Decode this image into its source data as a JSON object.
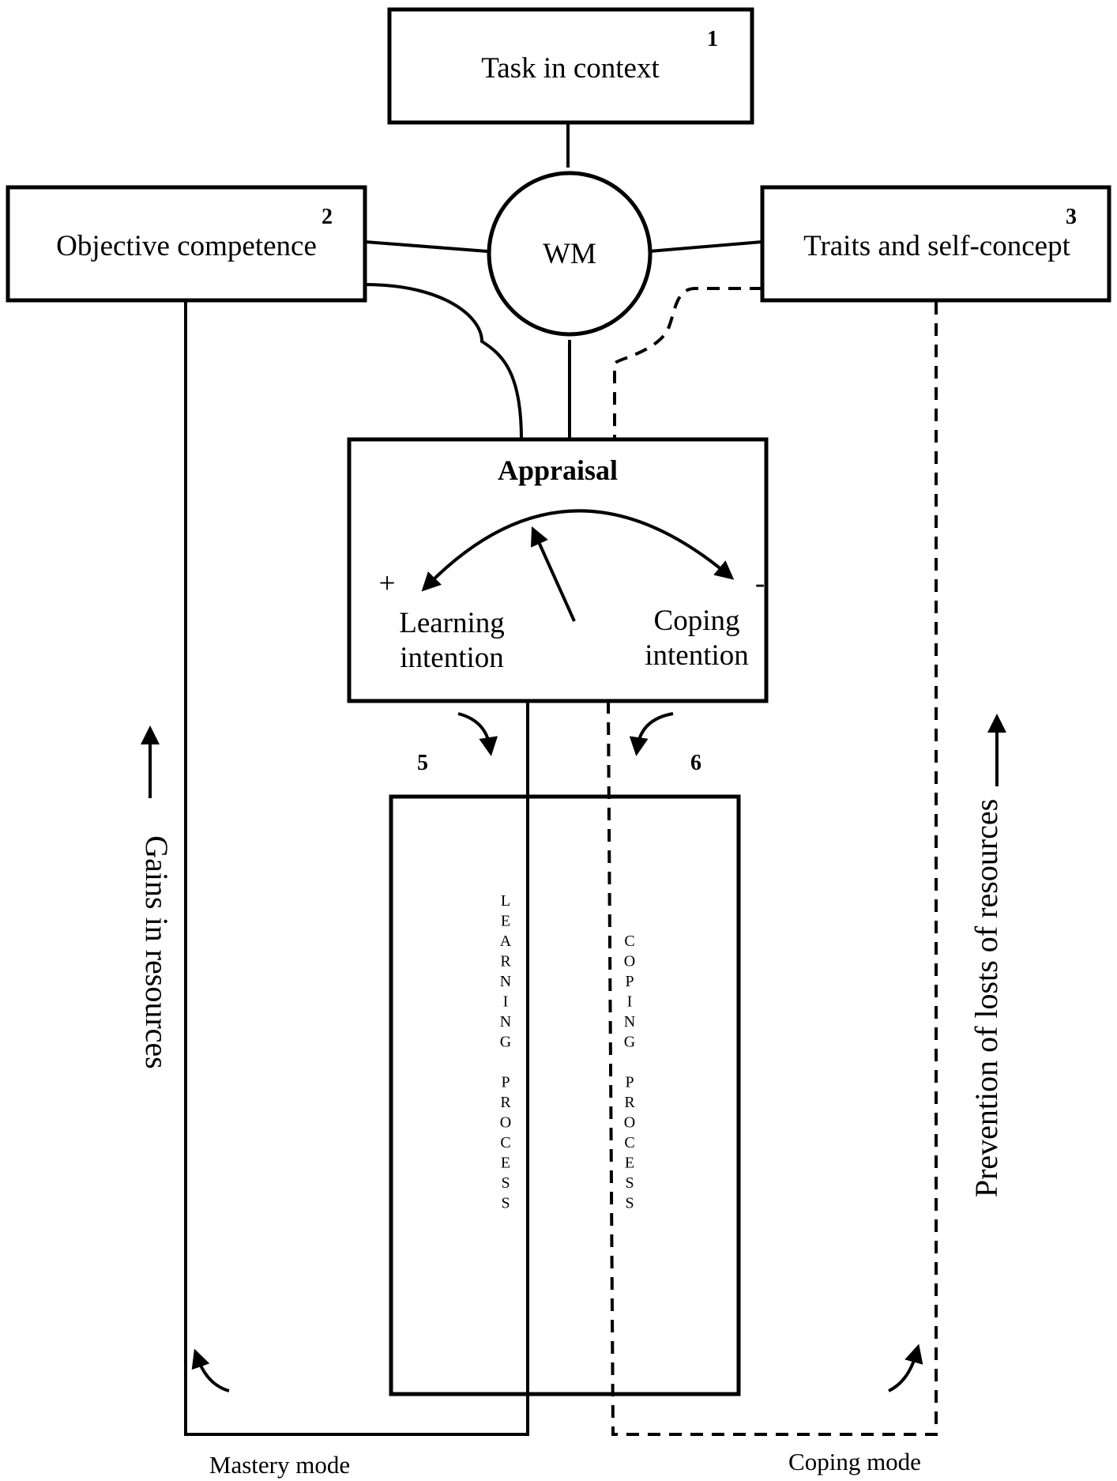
{
  "boxes": {
    "task": {
      "label": "Task in context",
      "number": "1"
    },
    "objective": {
      "label": "Objective competence",
      "number": "2"
    },
    "traits": {
      "label": "Traits and self-concept",
      "number": "3"
    },
    "wm": {
      "label": "WM"
    }
  },
  "appraisal": {
    "title": "Appraisal",
    "plus": "+",
    "minus": "-",
    "learning_line1": "Learning",
    "learning_line2": "intention",
    "coping_line1": "Coping",
    "coping_line2": "intention"
  },
  "process_numbers": {
    "learning": "5",
    "coping": "6"
  },
  "processes": {
    "learning": [
      "L",
      "E",
      "A",
      "R",
      "N",
      "I",
      "N",
      "G",
      "",
      "P",
      "R",
      "O",
      "C",
      "E",
      "S",
      "S"
    ],
    "coping": [
      "C",
      "O",
      "P",
      "I",
      "N",
      "G",
      "",
      "P",
      "R",
      "O",
      "C",
      "E",
      "S",
      "S"
    ]
  },
  "side_labels": {
    "gains": "Gains in resources",
    "prevention": "Prevention of losts of resources"
  },
  "modes": {
    "mastery": "Mastery mode",
    "coping": "Coping mode"
  }
}
